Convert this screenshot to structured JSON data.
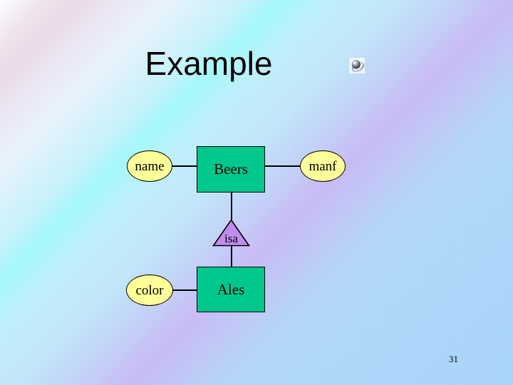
{
  "slide": {
    "title": "Example",
    "page_number": "31",
    "ornament_icon": "metallic-sphere-icon",
    "background": {
      "base_color": "#a9d5fa",
      "band_colors": [
        "#fcfdff",
        "#e8cddc",
        "#96fafa",
        "#bfe0f9",
        "#d0a0f0",
        "#a3d1f9"
      ],
      "style": "diagonal-gradient-bands"
    }
  },
  "diagram": {
    "type": "er-diagram",
    "colors": {
      "entity_fill": "#00C78C",
      "attribute_fill": "#FFFF99",
      "isa_fill": "#C08CEE",
      "stroke": "#000000"
    },
    "entities": [
      {
        "id": "beers",
        "label": "Beers"
      },
      {
        "id": "ales",
        "label": "Ales"
      }
    ],
    "attributes": [
      {
        "id": "name",
        "label": "name"
      },
      {
        "id": "manf",
        "label": "manf"
      },
      {
        "id": "color",
        "label": "color"
      }
    ],
    "relationships": [
      {
        "id": "isa",
        "label": "isa",
        "shape": "triangle",
        "from": "beers",
        "to": "ales"
      }
    ],
    "connectors": [
      {
        "from": "name",
        "to": "beers"
      },
      {
        "from": "manf",
        "to": "beers"
      },
      {
        "from": "beers",
        "to": "isa"
      },
      {
        "from": "isa",
        "to": "ales"
      },
      {
        "from": "color",
        "to": "ales"
      }
    ]
  }
}
